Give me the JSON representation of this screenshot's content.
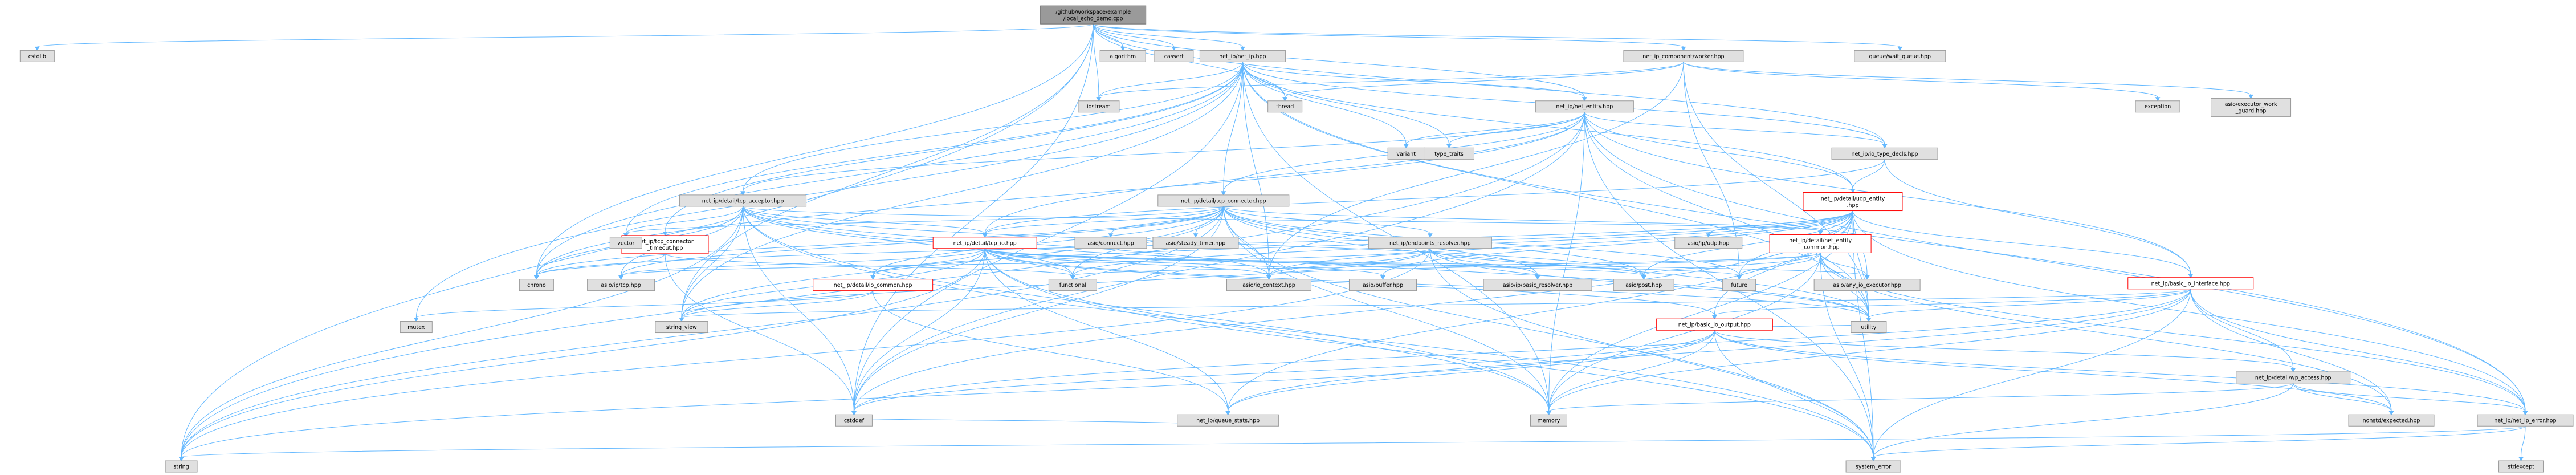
{
  "graph": {
    "nodes": [
      {
        "id": "root",
        "lines": [
          "/github/workspace/example",
          "/local_echo_demo.cpp"
        ],
        "style": "root"
      },
      {
        "id": "cstdlib",
        "lines": [
          "cstdlib"
        ],
        "style": "gray"
      },
      {
        "id": "algorithm",
        "lines": [
          "algorithm"
        ],
        "style": "gray"
      },
      {
        "id": "cassert",
        "lines": [
          "cassert"
        ],
        "style": "gray"
      },
      {
        "id": "net_ip",
        "lines": [
          "net_ip/net_ip.hpp"
        ],
        "style": "gray"
      },
      {
        "id": "worker",
        "lines": [
          "net_ip_component/worker.hpp"
        ],
        "style": "gray"
      },
      {
        "id": "wait_queue",
        "lines": [
          "queue/wait_queue.hpp"
        ],
        "style": "gray"
      },
      {
        "id": "iostream",
        "lines": [
          "iostream"
        ],
        "style": "gray"
      },
      {
        "id": "thread",
        "lines": [
          "thread"
        ],
        "style": "gray"
      },
      {
        "id": "net_entity",
        "lines": [
          "net_ip/net_entity.hpp"
        ],
        "style": "gray"
      },
      {
        "id": "exception",
        "lines": [
          "exception"
        ],
        "style": "gray"
      },
      {
        "id": "exec_guard",
        "lines": [
          "asio/executor_work",
          "_guard.hpp"
        ],
        "style": "gray"
      },
      {
        "id": "variant",
        "lines": [
          "variant"
        ],
        "style": "gray"
      },
      {
        "id": "type_traits",
        "lines": [
          "type_traits"
        ],
        "style": "gray"
      },
      {
        "id": "io_type_decls",
        "lines": [
          "net_ip/io_type_decls.hpp"
        ],
        "style": "gray"
      },
      {
        "id": "tcp_acceptor",
        "lines": [
          "net_ip/detail/tcp_acceptor.hpp"
        ],
        "style": "gray"
      },
      {
        "id": "tcp_connector",
        "lines": [
          "net_ip/detail/tcp_connector.hpp"
        ],
        "style": "gray"
      },
      {
        "id": "udp_entity",
        "lines": [
          "net_ip/detail/udp_entity",
          ".hpp"
        ],
        "style": "red"
      },
      {
        "id": "tcp_conn_timeout",
        "lines": [
          "net_ip/tcp_connector",
          "_timeout.hpp"
        ],
        "style": "red"
      },
      {
        "id": "vector",
        "lines": [
          "vector"
        ],
        "style": "gray"
      },
      {
        "id": "tcp_io",
        "lines": [
          "net_ip/detail/tcp_io.hpp"
        ],
        "style": "red"
      },
      {
        "id": "asio_connect",
        "lines": [
          "asio/connect.hpp"
        ],
        "style": "gray"
      },
      {
        "id": "steady_timer",
        "lines": [
          "asio/steady_timer.hpp"
        ],
        "style": "gray"
      },
      {
        "id": "endpoints_resolver",
        "lines": [
          "net_ip/endpoints_resolver.hpp"
        ],
        "style": "gray"
      },
      {
        "id": "asio_ip_udp",
        "lines": [
          "asio/ip/udp.hpp"
        ],
        "style": "gray"
      },
      {
        "id": "net_entity_common",
        "lines": [
          "net_ip/detail/net_entity",
          "_common.hpp"
        ],
        "style": "red"
      },
      {
        "id": "chrono",
        "lines": [
          "chrono"
        ],
        "style": "gray"
      },
      {
        "id": "io_common",
        "lines": [
          "net_ip/detail/io_common.hpp"
        ],
        "style": "red"
      },
      {
        "id": "functional",
        "lines": [
          "functional"
        ],
        "style": "gray"
      },
      {
        "id": "asio_tcp",
        "lines": [
          "asio/ip/tcp.hpp"
        ],
        "style": "gray"
      },
      {
        "id": "io_context",
        "lines": [
          "asio/io_context.hpp"
        ],
        "style": "gray"
      },
      {
        "id": "asio_buffer",
        "lines": [
          "asio/buffer.hpp"
        ],
        "style": "gray"
      },
      {
        "id": "basic_resolver",
        "lines": [
          "asio/ip/basic_resolver.hpp"
        ],
        "style": "gray"
      },
      {
        "id": "asio_post",
        "lines": [
          "asio/post.hpp"
        ],
        "style": "gray"
      },
      {
        "id": "future",
        "lines": [
          "future"
        ],
        "style": "gray"
      },
      {
        "id": "any_io_exec",
        "lines": [
          "asio/any_io_executor.hpp"
        ],
        "style": "gray"
      },
      {
        "id": "basic_io_interface",
        "lines": [
          "net_ip/basic_io_interface.hpp"
        ],
        "style": "red"
      },
      {
        "id": "mutex",
        "lines": [
          "mutex"
        ],
        "style": "gray"
      },
      {
        "id": "string_view",
        "lines": [
          "string_view"
        ],
        "style": "gray"
      },
      {
        "id": "basic_io_output",
        "lines": [
          "net_ip/basic_io_output.hpp"
        ],
        "style": "red"
      },
      {
        "id": "utility",
        "lines": [
          "utility"
        ],
        "style": "gray"
      },
      {
        "id": "queue_stats",
        "lines": [
          "net_ip/queue_stats.hpp"
        ],
        "style": "gray"
      },
      {
        "id": "wp_access",
        "lines": [
          "net_ip/detail/wp_access.hpp"
        ],
        "style": "gray"
      },
      {
        "id": "cstddef",
        "lines": [
          "cstddef"
        ],
        "style": "gray"
      },
      {
        "id": "memory",
        "lines": [
          "memory"
        ],
        "style": "gray"
      },
      {
        "id": "nonstd_expected",
        "lines": [
          "nonstd/expected.hpp"
        ],
        "style": "gray"
      },
      {
        "id": "net_ip_error",
        "lines": [
          "net_ip/net_ip_error.hpp"
        ],
        "style": "gray"
      },
      {
        "id": "string",
        "lines": [
          "string"
        ],
        "style": "gray"
      },
      {
        "id": "system_error",
        "lines": [
          "system_error"
        ],
        "style": "gray"
      },
      {
        "id": "stdexcept",
        "lines": [
          "stdexcept"
        ],
        "style": "gray"
      }
    ]
  }
}
